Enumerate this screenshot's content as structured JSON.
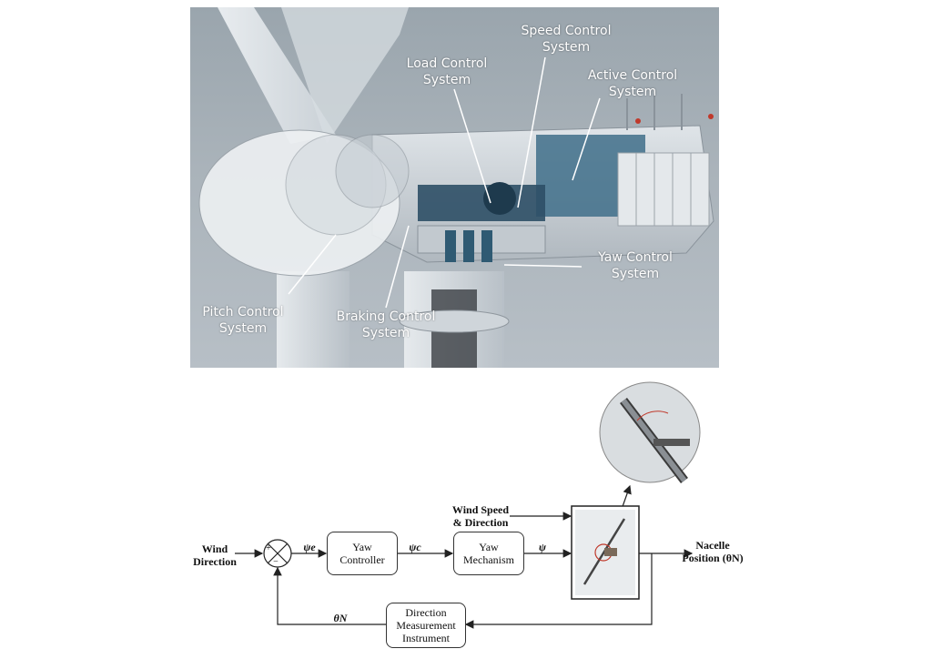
{
  "photo_labels": {
    "speed": "Speed Control\nSystem",
    "load": "Load Control\nSystem",
    "active": "Active Control\nSystem",
    "yaw": "Yaw Control\nSystem",
    "pitch": "Pitch Control\nSystem",
    "braking": "Braking Control\nSystem"
  },
  "diagram": {
    "wind_direction": "Wind\nDirection",
    "wind_speed": "Wind Speed\n& Direction",
    "yaw_controller": "Yaw\nController",
    "yaw_mechanism": "Yaw\nMechanism",
    "direction_instrument": "Direction\nMeasurement\nInstrument",
    "nacelle_position": "Nacelle\nPosition (θN)",
    "sum_plus": "+",
    "sum_minus": "−",
    "signal_e": "ψe",
    "signal_c": "ψc",
    "signal_psi": "ψ",
    "signal_theta": "θN"
  }
}
